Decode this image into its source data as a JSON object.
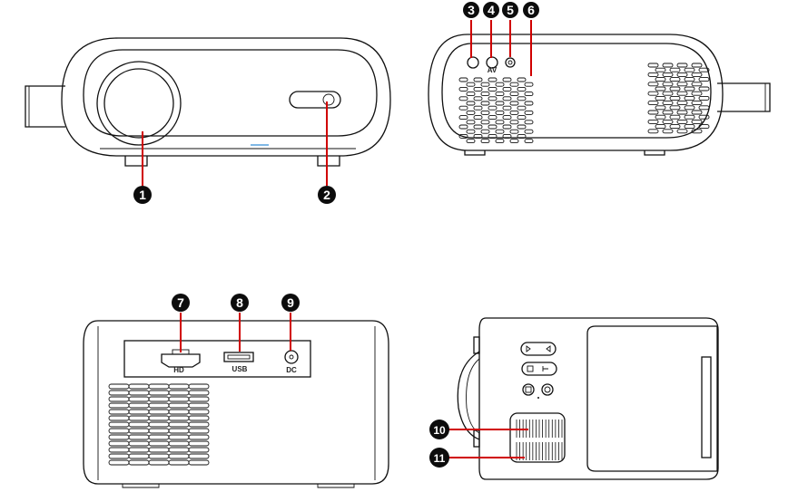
{
  "callouts": [
    "1",
    "2",
    "3",
    "4",
    "5",
    "6",
    "7",
    "8",
    "9",
    "10",
    "11"
  ],
  "ports": {
    "hd": "HD",
    "usb": "USB",
    "dc": "DC",
    "av": "AV"
  }
}
